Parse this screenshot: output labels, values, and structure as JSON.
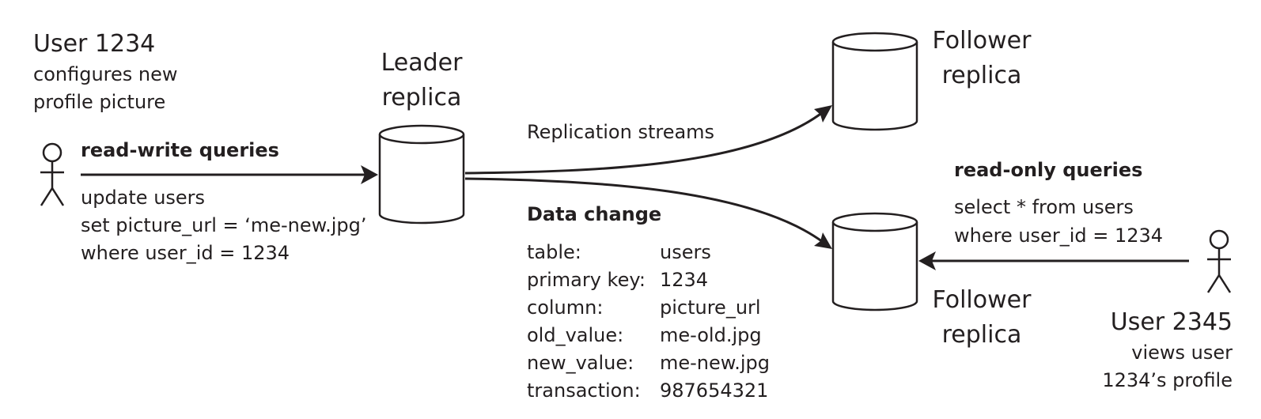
{
  "user1": {
    "title": "User 1234",
    "desc_line1": "configures new",
    "desc_line2": "profile picture"
  },
  "leader": {
    "line1": "Leader",
    "line2": "replica"
  },
  "follower_top": {
    "line1": "Follower",
    "line2": "replica"
  },
  "follower_bottom": {
    "line1": "Follower",
    "line2": "replica"
  },
  "read_write": {
    "heading": "read-write queries",
    "line1": "update users",
    "line2": "set picture_url = ‘me-new.jpg’",
    "line3": "where user_id = 1234"
  },
  "replication_label": "Replication streams",
  "data_change": {
    "heading": "Data change",
    "rows": [
      {
        "key": "table:",
        "value": "users"
      },
      {
        "key": "primary key:",
        "value": "1234"
      },
      {
        "key": "column:",
        "value": "picture_url"
      },
      {
        "key": "old_value:",
        "value": "me-old.jpg"
      },
      {
        "key": "new_value:",
        "value": "me-new.jpg"
      },
      {
        "key": "transaction:",
        "value": "987654321"
      }
    ]
  },
  "read_only": {
    "heading": "read-only queries",
    "line1": "select * from users",
    "line2": "where user_id = 1234"
  },
  "user2": {
    "title": "User 2345",
    "desc_line1": "views user",
    "desc_line2": "1234’s profile"
  },
  "icons": {
    "user1": "stick-figure-icon",
    "user2": "stick-figure-icon",
    "database": "cylinder-database-icon"
  },
  "colors": {
    "ink": "#231f20",
    "background": "#ffffff"
  }
}
